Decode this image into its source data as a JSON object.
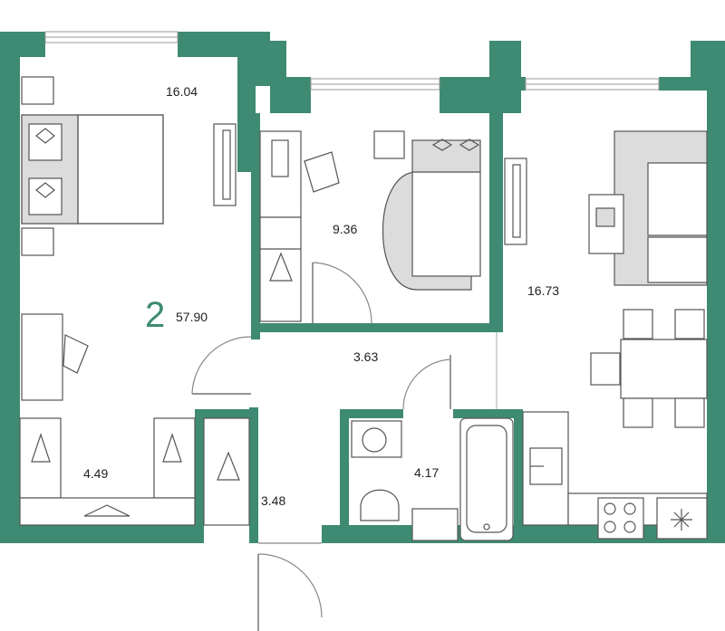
{
  "apartment": {
    "rooms_count": "2",
    "total_area": "57.90"
  },
  "rooms": [
    {
      "id": "bedroom",
      "area": "16.04"
    },
    {
      "id": "child-room",
      "area": "9.36"
    },
    {
      "id": "living-kitchen",
      "area": "16.73"
    },
    {
      "id": "hall",
      "area": "3.63"
    },
    {
      "id": "bathroom",
      "area": "4.17"
    },
    {
      "id": "wardrobe-left",
      "area": "4.49"
    },
    {
      "id": "wardrobe-center",
      "area": "3.48"
    }
  ],
  "colors": {
    "wall": "#3f8a72",
    "furniture_stroke": "#555555",
    "furniture_fill": "#ffffff",
    "soft_fill": "#dcdcdc",
    "accent_text": "#3f8a72"
  },
  "icons": [
    "bed-icon",
    "sofa-icon",
    "armchair-icon",
    "wardrobe-icon",
    "hanger-icon",
    "desk-icon",
    "table-icon",
    "chair-icon",
    "stove-icon",
    "sink-icon",
    "washing-machine-icon",
    "toilet-icon",
    "bathtub-icon",
    "fridge-icon",
    "door-icon",
    "window-icon"
  ]
}
